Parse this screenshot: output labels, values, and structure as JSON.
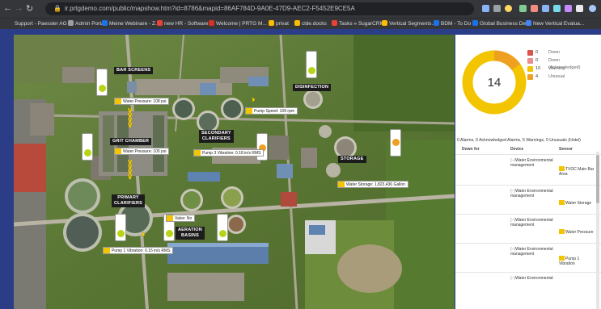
{
  "browser": {
    "url": "ir.prtgdemo.com/public/mapshow.htm?id=8786&mapid=86AF784D-9A0E-47D9-AEC2-F5452E9CE5A",
    "bookmarks": [
      "Support - Paessler AG",
      "Admin Portal",
      "Meine Webinare - Z...",
      "new HR - Software...",
      "Welcome | PRTG M...",
      "privat",
      "clde.docks",
      "Tasks » SugarCRM",
      "Vertical Segments...",
      "BDM - To Do",
      "Global Business De...",
      "New Vertical Evalua..."
    ]
  },
  "map": {
    "area_labels": {
      "bar_screens": "BAR SCREENS",
      "disinfection": "DISINFECTION",
      "grit_chamber": "GRIT CHAMBER",
      "secondary_clarifiers": "SECONDARY\nCLARIFIERS",
      "storage": "STORAGE",
      "primary_clarifiers": "PRIMARY\nCLARIFIERS",
      "aeration_basins": "AERATION\nBASINS"
    },
    "sensor_badges": {
      "water_pressure": "Water Pressure: 108 psi",
      "pump_speed": "Pump Speed: 109 rpm",
      "water_pressure_2": "Water Pressure: 105 psi",
      "pump3_vibration": "Pump 3 Vibration: 0.18 in/s RMS",
      "water_storage": "Water Storage: 1,823,436 Gallon",
      "valve": "Valve: No",
      "pump1_vibration": "Pump 1 Vibration: 0.15 in/s RMS"
    },
    "colors": {
      "label_bg": "#1c1c1c",
      "warning": "#f3c400",
      "ok": "#b7d417",
      "alert": "#f0a020",
      "chevron": "#f5d000"
    }
  },
  "panel": {
    "total": "14",
    "legend": [
      {
        "count": "0",
        "label": "Down",
        "color": "#d9534f"
      },
      {
        "count": "0",
        "label": "Down (Acknowledged)",
        "color": "#e89090"
      },
      {
        "count": "10",
        "label": "Warning",
        "color": "#f3c400"
      },
      {
        "count": "4",
        "label": "Unusual",
        "color": "#f0a020"
      }
    ],
    "summary": "0 Alarms, 0 Acknowledged Alarms, 5 Warnings, 0 Unusuals (Hotel)",
    "columns": {
      "down_for": "Down for",
      "device": "Device",
      "sensor": "Sensor"
    },
    "rows": [
      {
        "device_prefix": "(–)",
        "device": "Water Environmental management",
        "sensor": "TVOC Main Bar Area"
      },
      {
        "device_prefix": "(–)",
        "device": "Water Environmental management",
        "sensor": "Water Storage"
      },
      {
        "device_prefix": "(–)",
        "device": "Water Environmental management",
        "sensor": "Water Pressure"
      },
      {
        "device_prefix": "(–)",
        "device": "Water Environmental management",
        "sensor": "Pump 1 Vibration"
      },
      {
        "device_prefix": "(–)",
        "device": "Water Environmental",
        "sensor": ""
      }
    ]
  }
}
